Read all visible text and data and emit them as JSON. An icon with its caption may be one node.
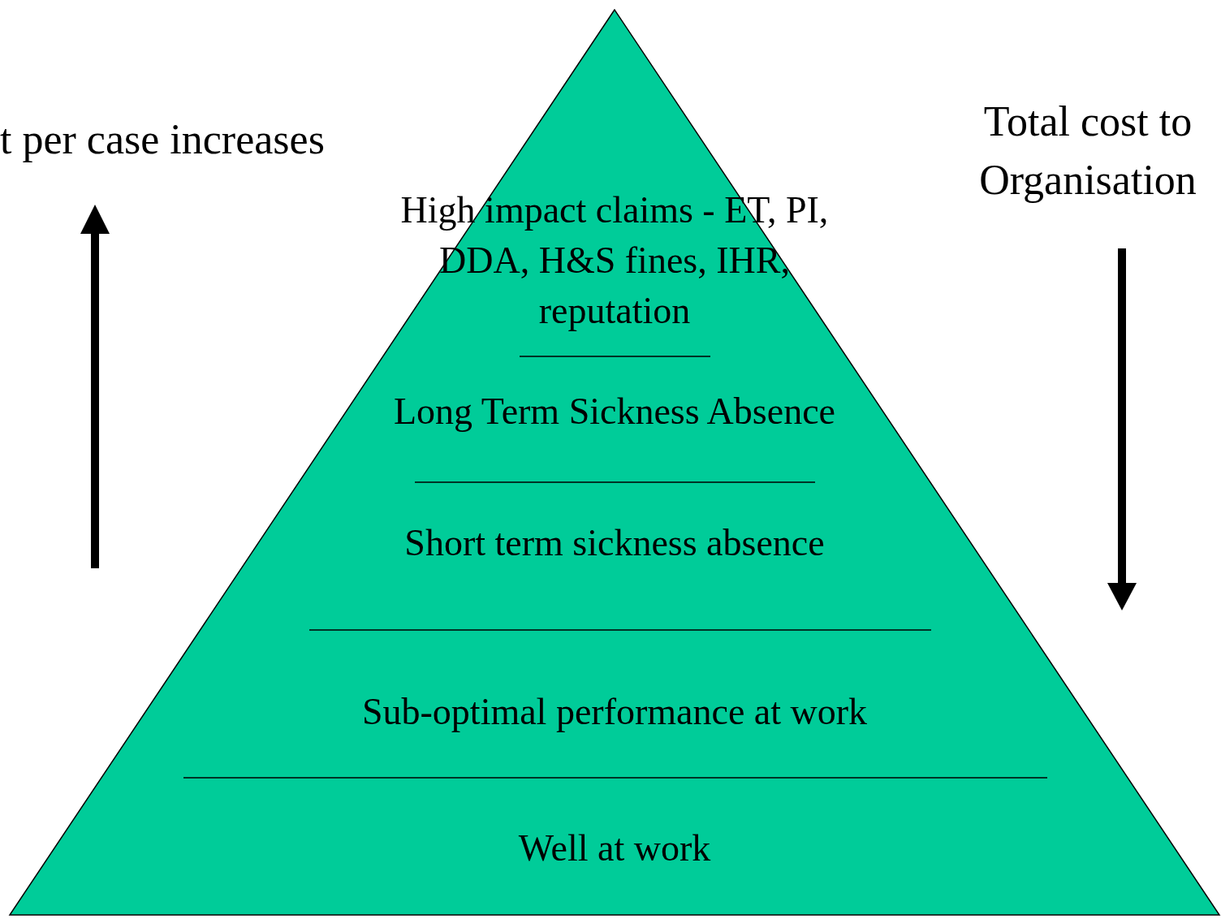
{
  "diagram": {
    "nodes": [
      {
        "text": [
          "High impact claims - ET, PI, DDA, H&S fines, IHR, reputation",
          "Long Term Sickness Absence",
          "Short term sickness absence",
          "Sub-optimal performance at work",
          "Well at work"
        ]
      }
    ],
    "labels": [
      "t per case increases",
      "Total cost to Organisation"
    ]
  }
}
